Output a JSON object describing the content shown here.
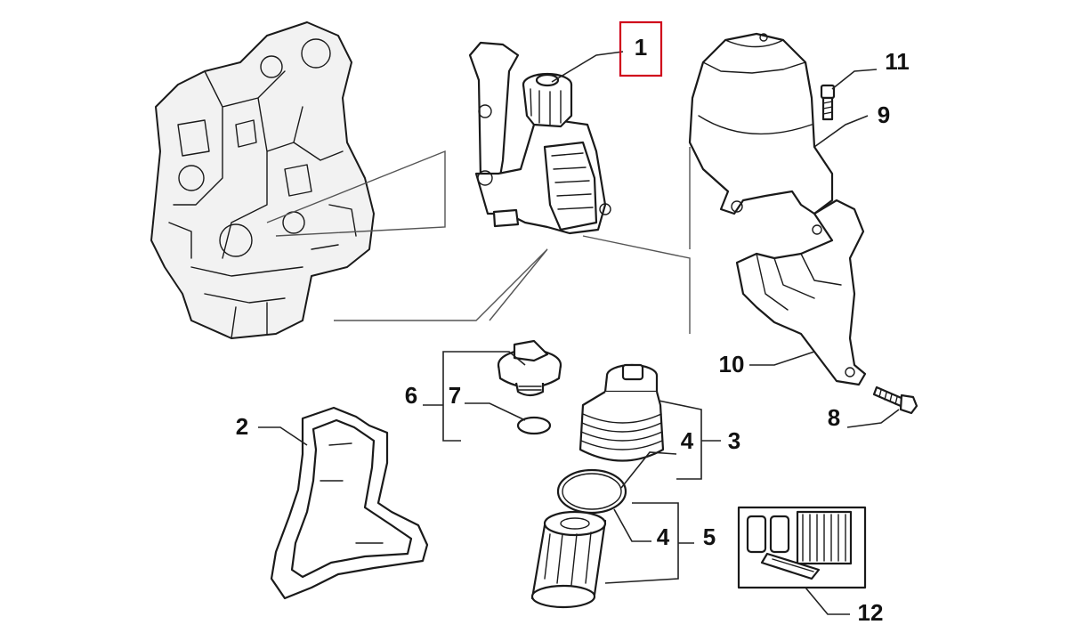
{
  "callouts": [
    {
      "id": "1",
      "text": "1"
    },
    {
      "id": "2",
      "text": "2"
    },
    {
      "id": "3",
      "text": "3"
    },
    {
      "id": "4a",
      "text": "4"
    },
    {
      "id": "4b",
      "text": "4"
    },
    {
      "id": "5",
      "text": "5"
    },
    {
      "id": "6",
      "text": "6"
    },
    {
      "id": "7",
      "text": "7"
    },
    {
      "id": "8",
      "text": "8"
    },
    {
      "id": "9",
      "text": "9"
    },
    {
      "id": "10",
      "text": "10"
    },
    {
      "id": "11",
      "text": "11"
    },
    {
      "id": "12",
      "text": "12"
    }
  ],
  "highlight": {
    "callout": "1",
    "color": "#d0021b"
  },
  "colors": {
    "ink": "#1a1a1a",
    "background": "#ffffff",
    "highlight": "#d0021b"
  }
}
